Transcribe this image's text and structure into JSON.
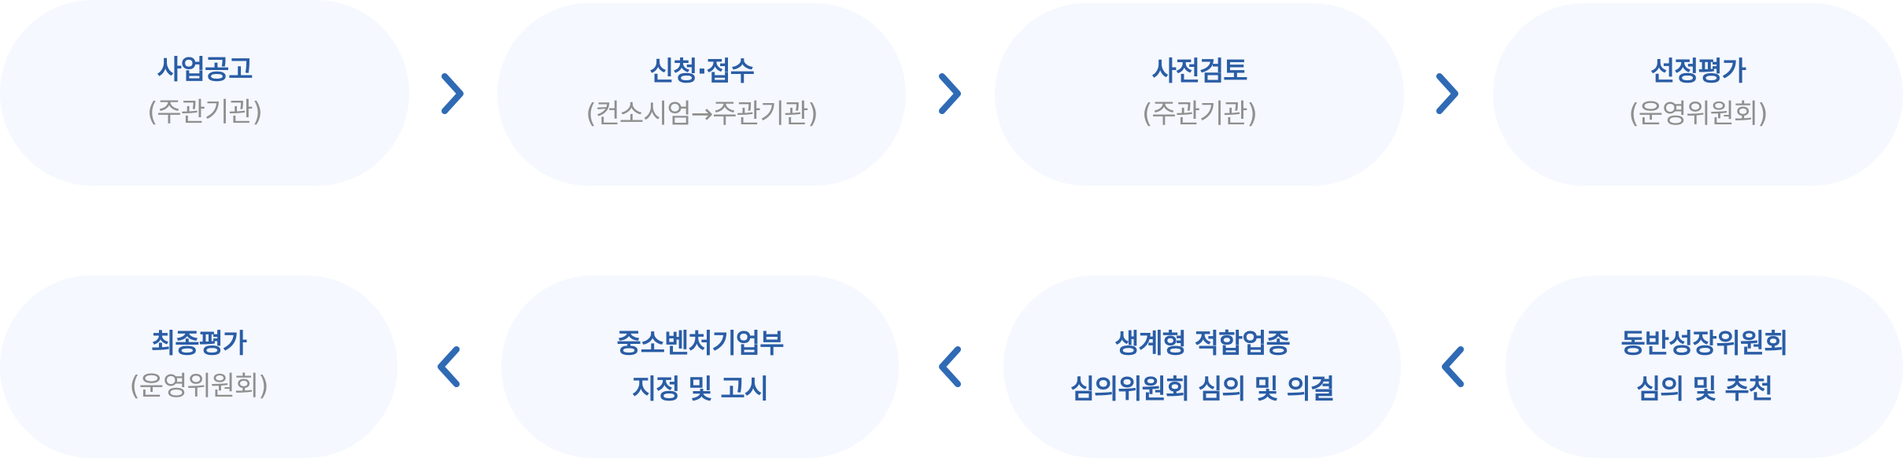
{
  "row1": [
    {
      "title": "사업공고",
      "sub": "(주관기관)"
    },
    {
      "title": "신청·접수",
      "sub": "(컨소시엄→주관기관)"
    },
    {
      "title": "사전검토",
      "sub": "(주관기관)"
    },
    {
      "title": "선정평가",
      "sub": "(운영위원회)"
    }
  ],
  "row2": [
    {
      "lines": [
        "동반성장위원회",
        "심의 및 추천"
      ]
    },
    {
      "lines": [
        "생계형 적합업종",
        "심의위원회 심의 및 의결"
      ]
    },
    {
      "lines": [
        "중소벤처기업부",
        "지정 및 고시"
      ]
    },
    {
      "title": "최종평가",
      "sub": "(운영위원회)"
    }
  ],
  "colors": {
    "pill_background": "#f5f8fe",
    "title": "#2a5da5",
    "subtitle": "#8f8f8f",
    "arrow": "#2f6ab5"
  },
  "icons": {
    "forward": "chevron-right-icon",
    "backward": "chevron-left-icon"
  }
}
